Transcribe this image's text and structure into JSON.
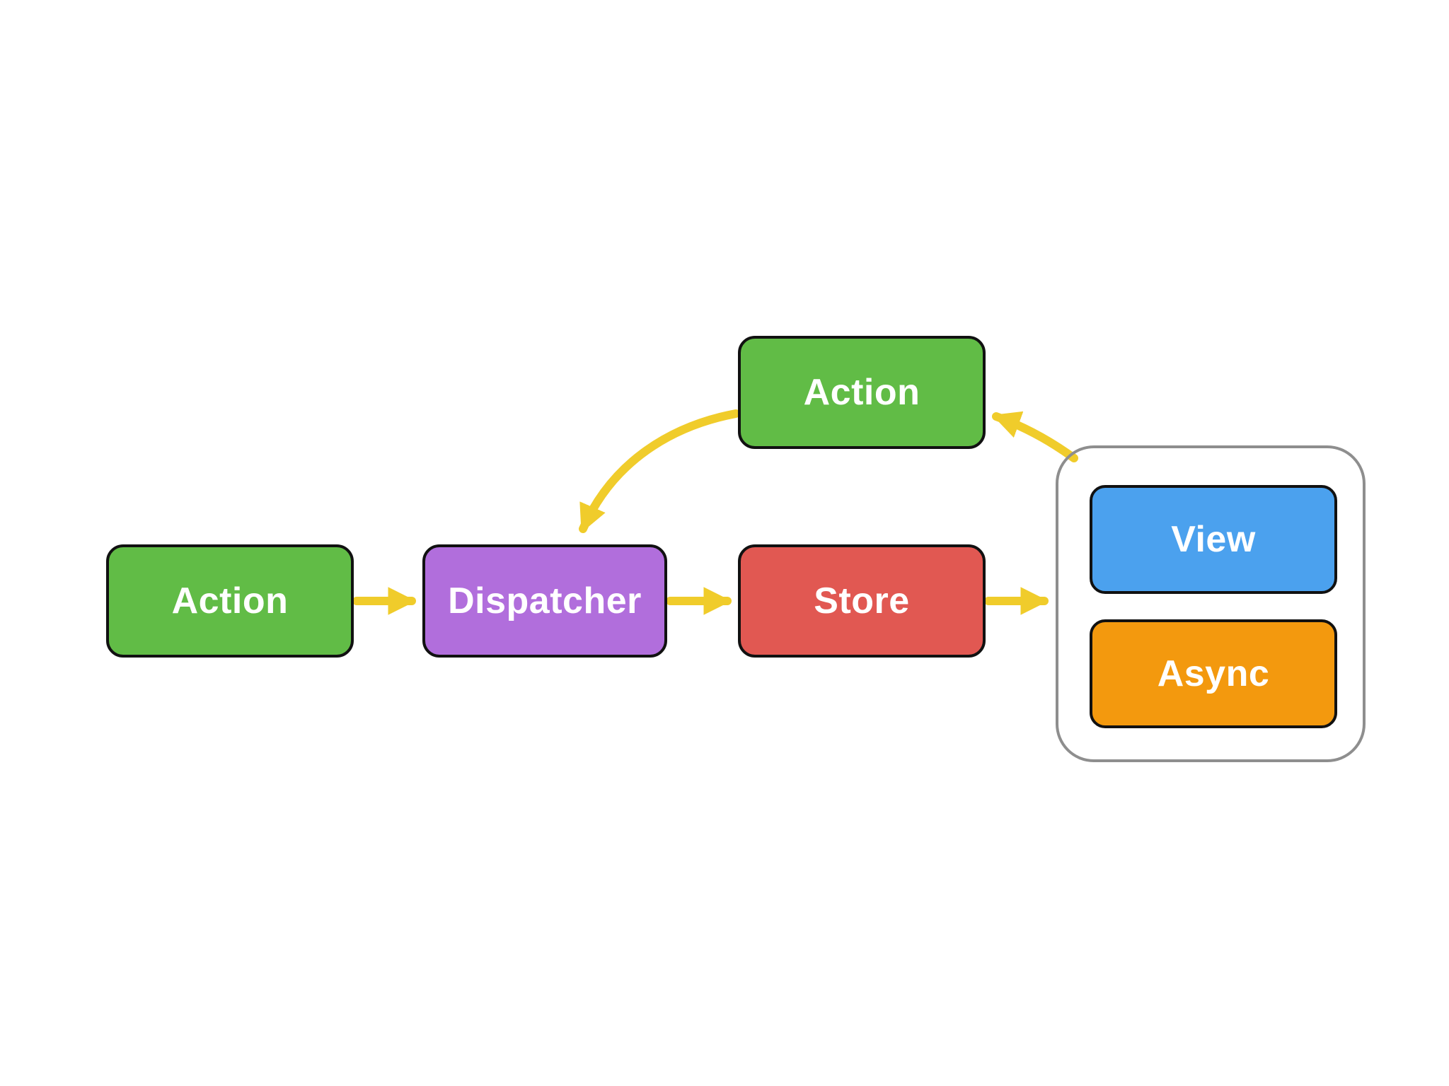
{
  "diagram": {
    "type": "flowchart",
    "colors": {
      "background": "#ffffff",
      "arrow": "#f0cc2b",
      "node_border": "#111111",
      "container_border": "#8e8e8e",
      "label_text": "#ffffff"
    },
    "nodes": {
      "action_left": {
        "label": "Action",
        "fill": "#61bc46"
      },
      "dispatcher": {
        "label": "Dispatcher",
        "fill": "#b16edc"
      },
      "store": {
        "label": "Store",
        "fill": "#e15852"
      },
      "action_top": {
        "label": "Action",
        "fill": "#61bc46"
      },
      "view": {
        "label": "View",
        "fill": "#4ba1ee"
      },
      "async": {
        "label": "Async",
        "fill": "#f3990e"
      }
    },
    "edges": [
      {
        "from": "action-left",
        "to": "dispatcher",
        "style": "straight"
      },
      {
        "from": "dispatcher",
        "to": "store",
        "style": "straight"
      },
      {
        "from": "store",
        "to": "view-async-group",
        "style": "straight"
      },
      {
        "from": "view-async-group",
        "to": "action-top",
        "style": "curved"
      },
      {
        "from": "action-top",
        "to": "dispatcher",
        "style": "curved"
      }
    ]
  }
}
